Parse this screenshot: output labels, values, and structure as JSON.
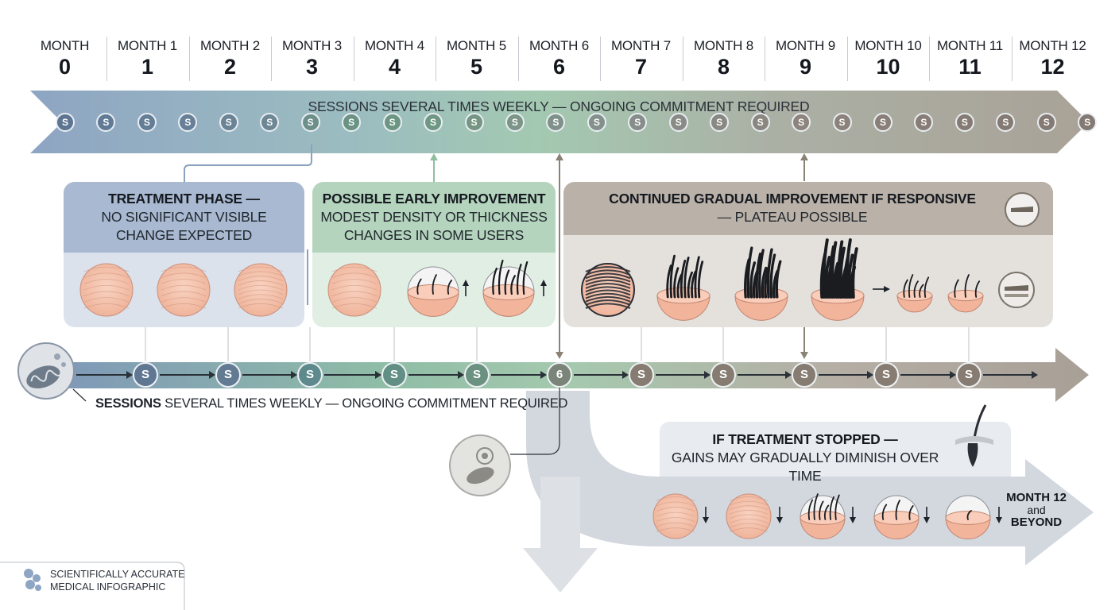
{
  "months": [
    {
      "word": "MONTH",
      "num": "0"
    },
    {
      "word": "MONTH 1",
      "num": "1"
    },
    {
      "word": "MONTH 2",
      "num": "2"
    },
    {
      "word": "MONTH 3",
      "num": "3"
    },
    {
      "word": "MONTH 4",
      "num": "4"
    },
    {
      "word": "MONTH 5",
      "num": "5"
    },
    {
      "word": "MONTH 6",
      "num": "6"
    },
    {
      "word": "MONTH 7",
      "num": "7"
    },
    {
      "word": "MONTH 8",
      "num": "8"
    },
    {
      "word": "MONTH 9",
      "num": "9"
    },
    {
      "word": "MONTH 10",
      "num": "10"
    },
    {
      "word": "MONTH 11",
      "num": "11"
    },
    {
      "word": "MONTH 12",
      "num": "12"
    }
  ],
  "top_banner": {
    "text": "SESSIONS SEVERAL TIMES WEEKLY — ONGOING COMMITMENT REQUIRED",
    "session_glyph": "S",
    "colors": [
      "#8ea5c3",
      "#a3c9b1",
      "#a9a297"
    ]
  },
  "panels": {
    "treatment": {
      "title": "TREATMENT PHASE —",
      "sub1": "NO SIGNIFICANT VISIBLE",
      "sub2": "CHANGE EXPECTED",
      "head_color": "#a8b9d1",
      "body_color": "#dbe2ec"
    },
    "early": {
      "title": "POSSIBLE EARLY IMPROVEMENT",
      "sub1": "MODEST DENSITY OR THICKNESS",
      "sub2": "CHANGES IN SOME USERS",
      "head_color": "#b4d4bd",
      "body_color": "#e1eee4"
    },
    "continued": {
      "title": "CONTINUED GRADUAL IMPROVEMENT IF RESPONSIVE",
      "sub1": "— PLATEAU POSSIBLE",
      "head_color": "#bab2a9",
      "body_color": "#e4e1dd"
    }
  },
  "lower_timeline": {
    "label_bold": "SESSIONS",
    "label_rest": " SEVERAL TIMES WEEKLY — ONGOING COMMITMENT REQUIRED",
    "session_glyph": "S",
    "month_marker": "6"
  },
  "stopped": {
    "title": "IF TREATMENT STOPPED —",
    "sub": "GAINS MAY GRADUALLY DIMINISH OVER TIME",
    "end_label_1": "MONTH 12",
    "end_label_2": "and",
    "end_label_3": "BEYOND"
  },
  "footer": {
    "line1": "SCIENTIFICALLY ACCURATE",
    "line2": "MEDICAL INFOGRAPHIC"
  }
}
